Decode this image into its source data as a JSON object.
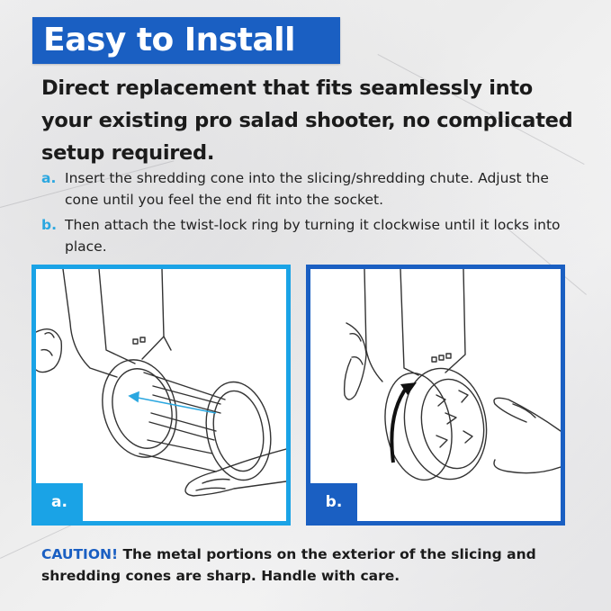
{
  "title": "Easy to Install",
  "headline": "Direct replacement that fits seamlessly into your existing pro salad shooter, no complicated setup required.",
  "steps": [
    {
      "letter": "a.",
      "text": "Insert the shredding cone into the slicing/shredding chute. Adjust the cone until you feel the end fit into the socket."
    },
    {
      "letter": "b.",
      "text": "Then attach the twist-lock ring by turning it clockwise until it locks into place."
    }
  ],
  "panels": [
    {
      "label": "a.",
      "image": "insert-cone-illustration"
    },
    {
      "label": "b.",
      "image": "twist-lock-ring-illustration"
    }
  ],
  "caution": {
    "label": "CAUTION!",
    "text": " The metal portions on the exterior of the slicing and shredding cones are sharp. Handle with care."
  },
  "colors": {
    "brand_blue": "#1a5fc2",
    "light_blue": "#1aa3e6",
    "step_letter": "#2aa7e0"
  }
}
